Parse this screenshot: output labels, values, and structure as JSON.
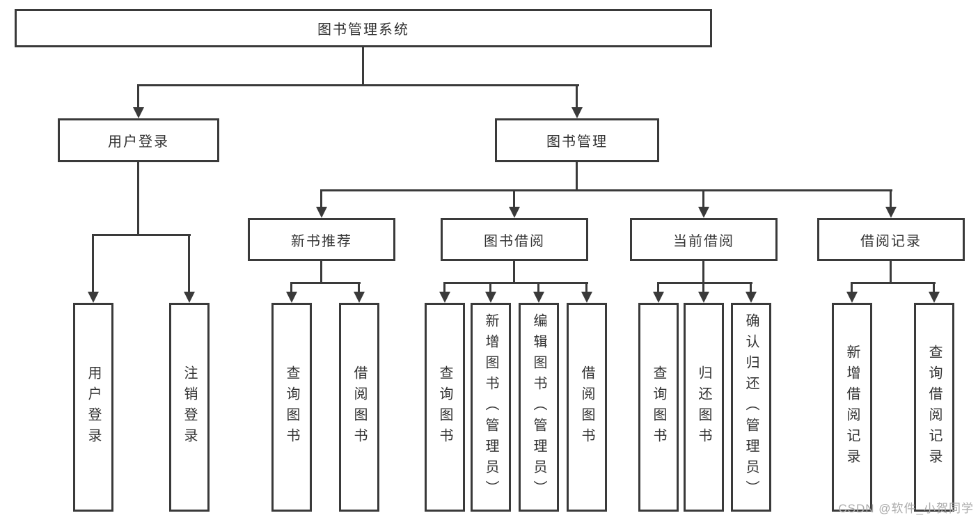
{
  "diagram": {
    "type": "hierarchy-tree",
    "colors": {
      "line": "#3a3a3a",
      "box_border": "#3a3a3a",
      "box_fill": "#ffffff",
      "text": "#333333",
      "watermark": "#ababab"
    }
  },
  "tree": {
    "root": {
      "label": "图书管理系统"
    },
    "user_login": {
      "label": "用户登录",
      "leaves": {
        "login": "用户登录",
        "logout": "注销登录"
      }
    },
    "book_management": {
      "label": "图书管理",
      "sections": {
        "new_book_recommend": {
          "label": "新书推荐",
          "leaves": {
            "query_book": "查询图书",
            "borrow_book": "借阅图书"
          }
        },
        "book_borrow": {
          "label": "图书借阅",
          "leaves": {
            "query_book": "查询图书",
            "add_book_admin": "新增图书（管理员）",
            "edit_book_admin": "编辑图书（管理员）",
            "borrow_book": "借阅图书"
          }
        },
        "current_borrow": {
          "label": "当前借阅",
          "leaves": {
            "query_book": "查询图书",
            "return_book": "归还图书",
            "confirm_return_admin": "确认归还（管理员）"
          }
        },
        "borrow_record": {
          "label": "借阅记录",
          "leaves": {
            "add_record": "新增借阅记录",
            "query_record": "查询借阅记录"
          }
        }
      }
    }
  },
  "watermark": {
    "text": "CSDN @软件_小贺同学"
  }
}
